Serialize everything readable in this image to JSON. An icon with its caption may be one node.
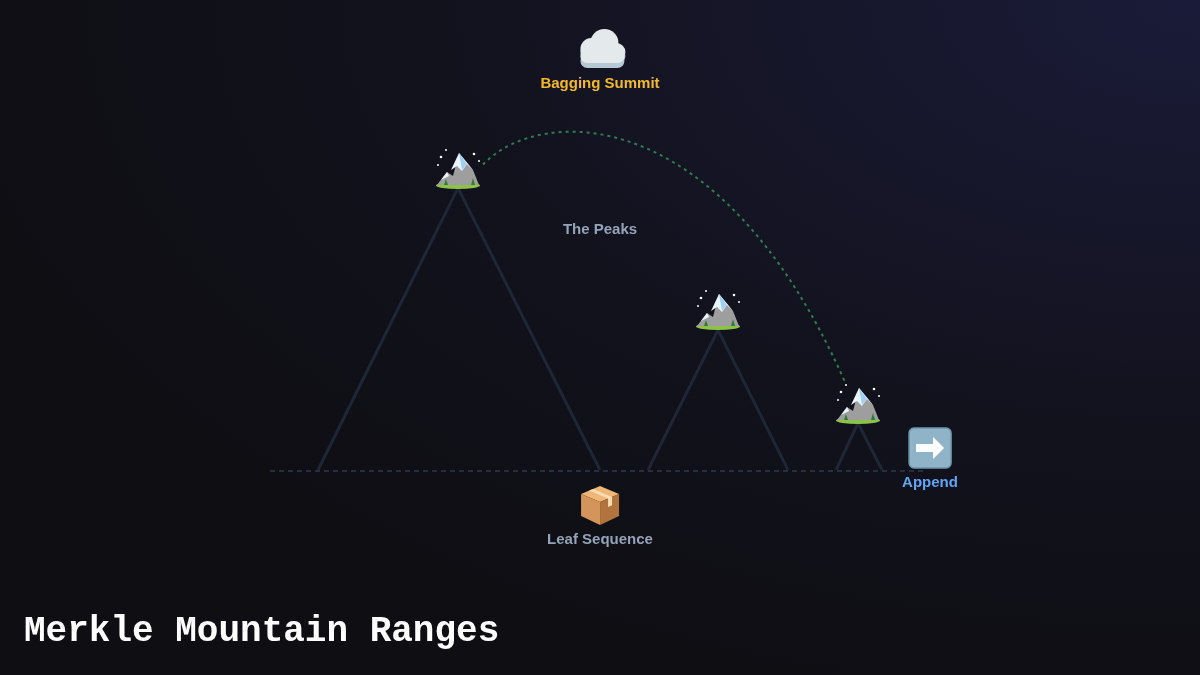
{
  "diagram": {
    "title": "Merkle Mountain Ranges",
    "nodes": [
      {
        "text": [
          "Bagging Summit"
        ]
      },
      {
        "text": [],
        "shape": "picture"
      },
      {
        "text": [],
        "shape": "picture"
      },
      {
        "text": [],
        "shape": "picture"
      },
      {
        "text": [
          "Append"
        ]
      },
      {
        "text": [
          "Leaf Sequence"
        ]
      }
    ],
    "edges": [
      {
        "from": 1,
        "to": 3,
        "arrow": "none",
        "style": "dashed",
        "color": "#2e7d4f"
      }
    ],
    "labels": [
      "The Peaks"
    ]
  }
}
